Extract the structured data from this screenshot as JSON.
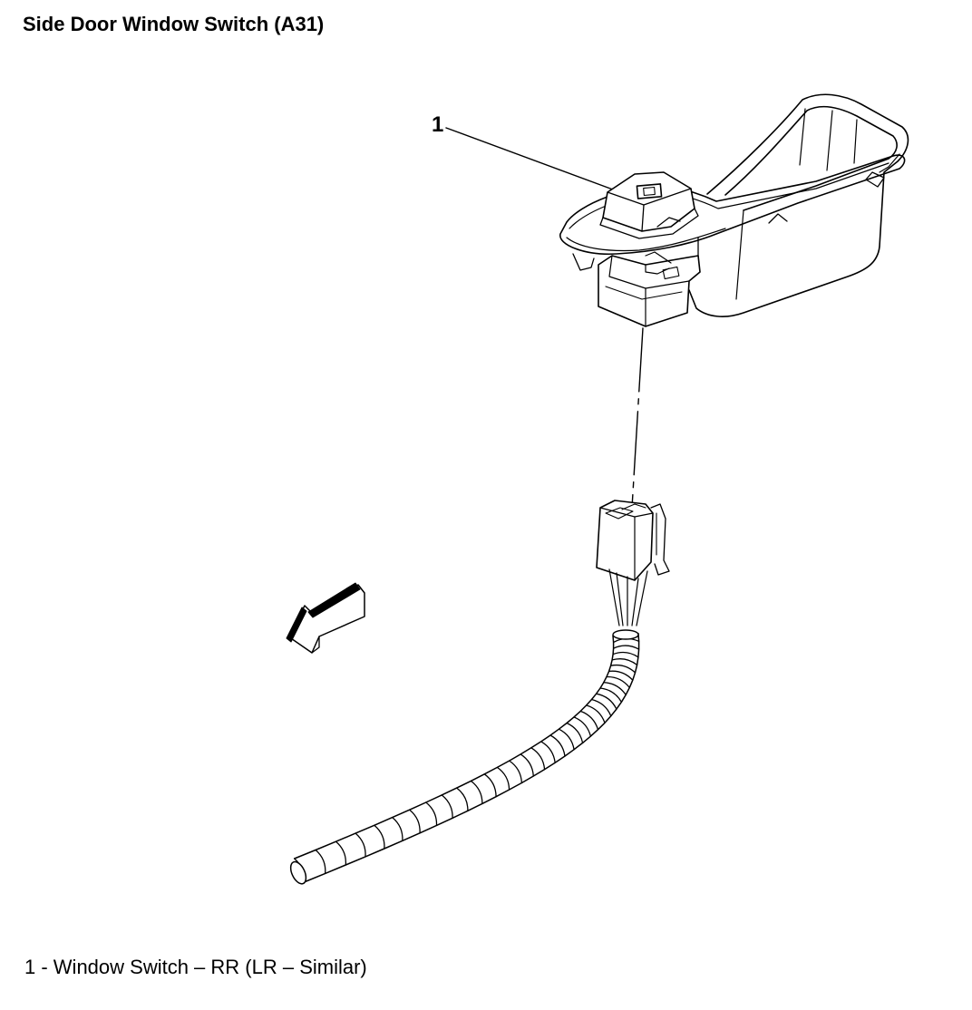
{
  "figure": {
    "title": "Side Door Window Switch (A31)",
    "callouts": [
      {
        "number": "1"
      }
    ],
    "legend": [
      "1 - Window Switch – RR (LR – Similar)"
    ],
    "parts": [
      "window-switch-housing",
      "switch-bezel",
      "switch-connector",
      "wiring-harness-conduit",
      "vehicle-front-arrow"
    ]
  }
}
